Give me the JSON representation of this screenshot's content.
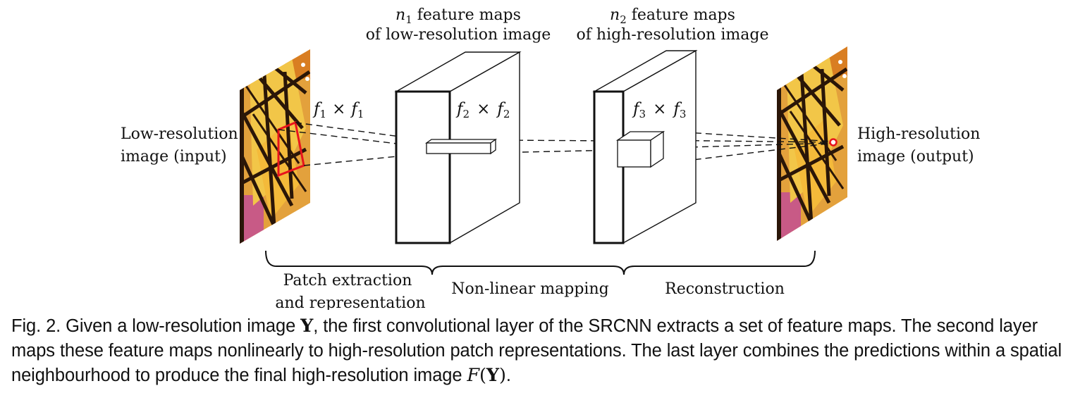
{
  "labels": {
    "input": [
      "Low-resolution",
      "image (input)"
    ],
    "output": [
      "High-resolution",
      "image (output)"
    ],
    "layer1_top": {
      "sym": "n",
      "sub": "1",
      "line1_rest": " feature maps",
      "line2": "of low-resolution image"
    },
    "layer2_top": {
      "sym": "n",
      "sub": "2",
      "line1_rest": " feature maps",
      "line2": "of high-resolution image"
    },
    "filter1": {
      "sym": "f",
      "sub": "1"
    },
    "filter2": {
      "sym": "f",
      "sub": "2"
    },
    "filter3": {
      "sym": "f",
      "sub": "3"
    },
    "times": "×"
  },
  "stages": [
    [
      "Patch extraction",
      "and representation"
    ],
    [
      "Non-linear mapping"
    ],
    [
      "Reconstruction"
    ]
  ],
  "caption": {
    "part1": "Fig. 2.  Given a low-resolution image ",
    "Y": "Y",
    "part2": ", the first convolutional layer of the SRCNN extracts a set of feature maps. The second layer maps these feature maps nonlinearly to high-resolution patch representations. The last layer combines the predictions within a spatial neighbourhood to produce the final high-resolution image ",
    "F": "F",
    "open": "(",
    "close": ")",
    "end": "."
  },
  "colors": {
    "patch": "#e8141c",
    "wing_yellow": "#f2b83a",
    "wing_orange": "#e08a22",
    "vein": "#2a1608",
    "pink": "#c85a86"
  }
}
